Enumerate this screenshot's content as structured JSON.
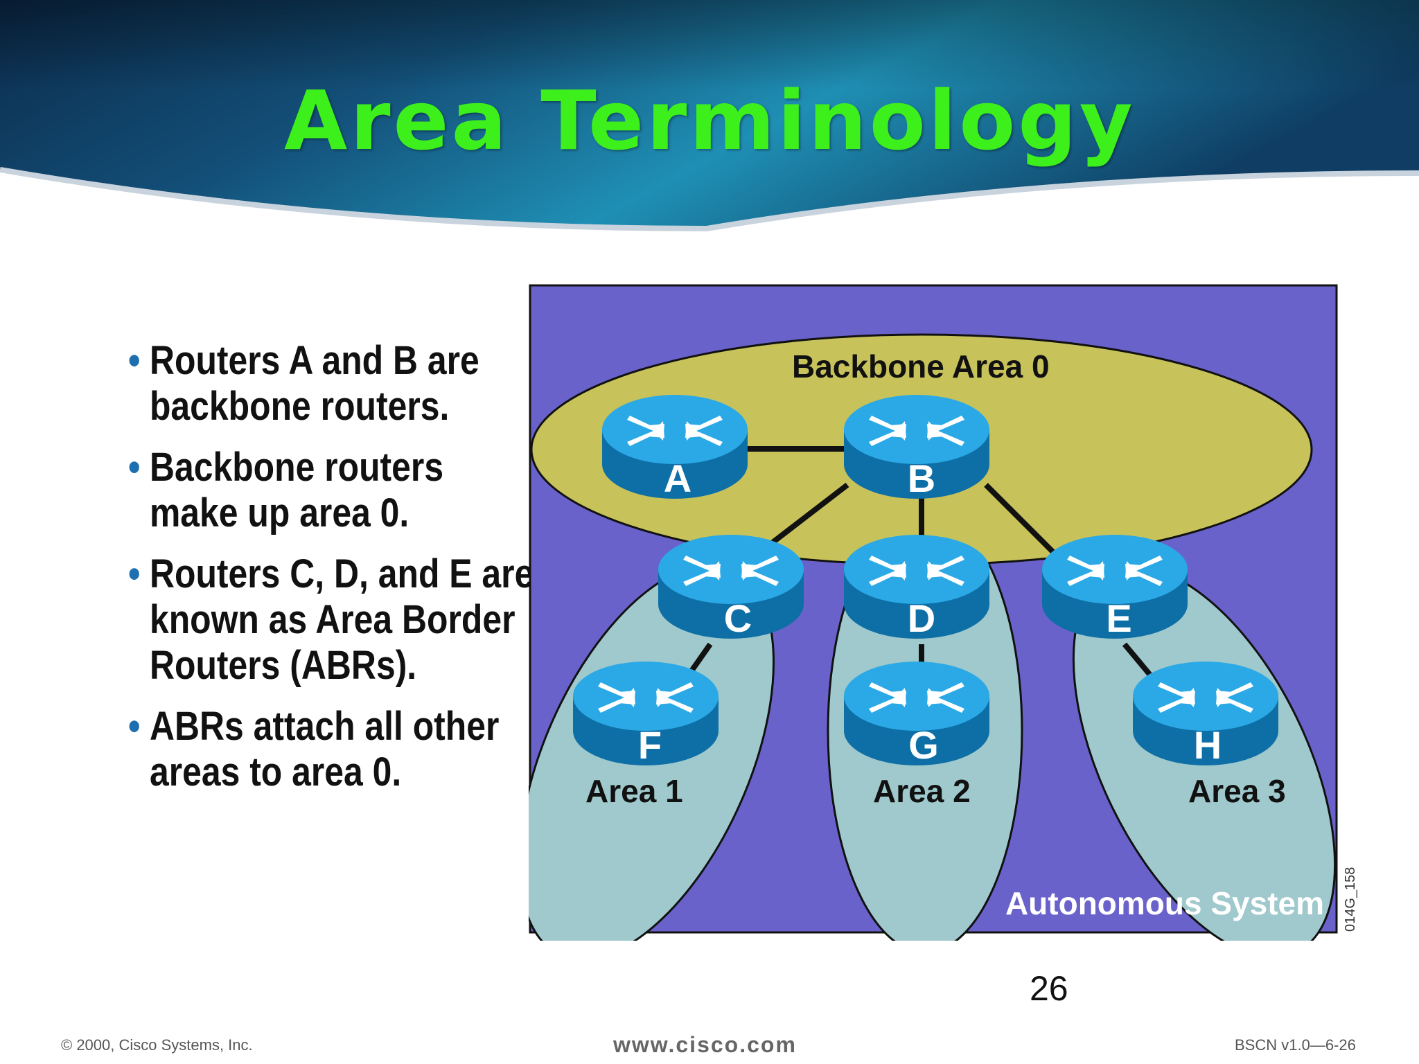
{
  "slide": {
    "title": "Area Terminology",
    "page_number": "26"
  },
  "bullets": [
    "Routers A and B are backbone routers.",
    "Backbone routers make up area 0.",
    "Routers C, D, and E are known as Area Border Routers (ABRs).",
    "ABRs attach all other areas to area 0."
  ],
  "diagram": {
    "backbone_label": "Backbone Area 0",
    "areas": [
      "Area 1",
      "Area 2",
      "Area 3"
    ],
    "autonomous_system_label": "Autonomous System",
    "figure_id": "014G_158",
    "routers": {
      "a": "A",
      "b": "B",
      "c": "C",
      "d": "D",
      "e": "E",
      "f": "F",
      "g": "G",
      "h": "H"
    },
    "colors": {
      "background": "#6a62cb",
      "backbone": "#c8c25b",
      "area": "#9fc9cc",
      "router": "#1a8bc8"
    }
  },
  "footer": {
    "copyright": "© 2000, Cisco Systems, Inc.",
    "url": "www.cisco.com",
    "course_code": "BSCN v1.0—6-26"
  }
}
